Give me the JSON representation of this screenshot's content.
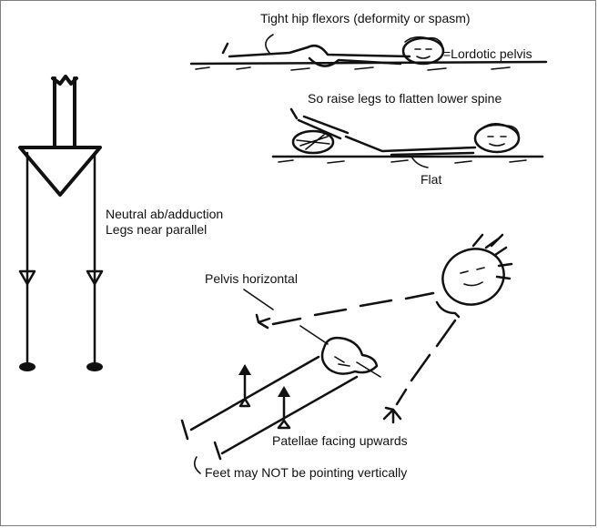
{
  "labels": {
    "tight_hip_flexors": "Tight hip flexors (deformity or spasm)",
    "lordotic_pelvis": "=Lordotic pelvis",
    "raise_legs": "So raise legs to flatten lower spine",
    "flat": "Flat",
    "neutral_abduction": "Neutral ab/adduction",
    "legs_parallel": "Legs near parallel",
    "pelvis_horizontal": "Pelvis horizontal",
    "patellae_upwards": "Patellae facing upwards",
    "feet_not_vertical": "Feet may NOT be pointing vertically"
  },
  "colors": {
    "ink": "#111111",
    "frame": "#7f7f7f",
    "background": "#ffffff"
  }
}
